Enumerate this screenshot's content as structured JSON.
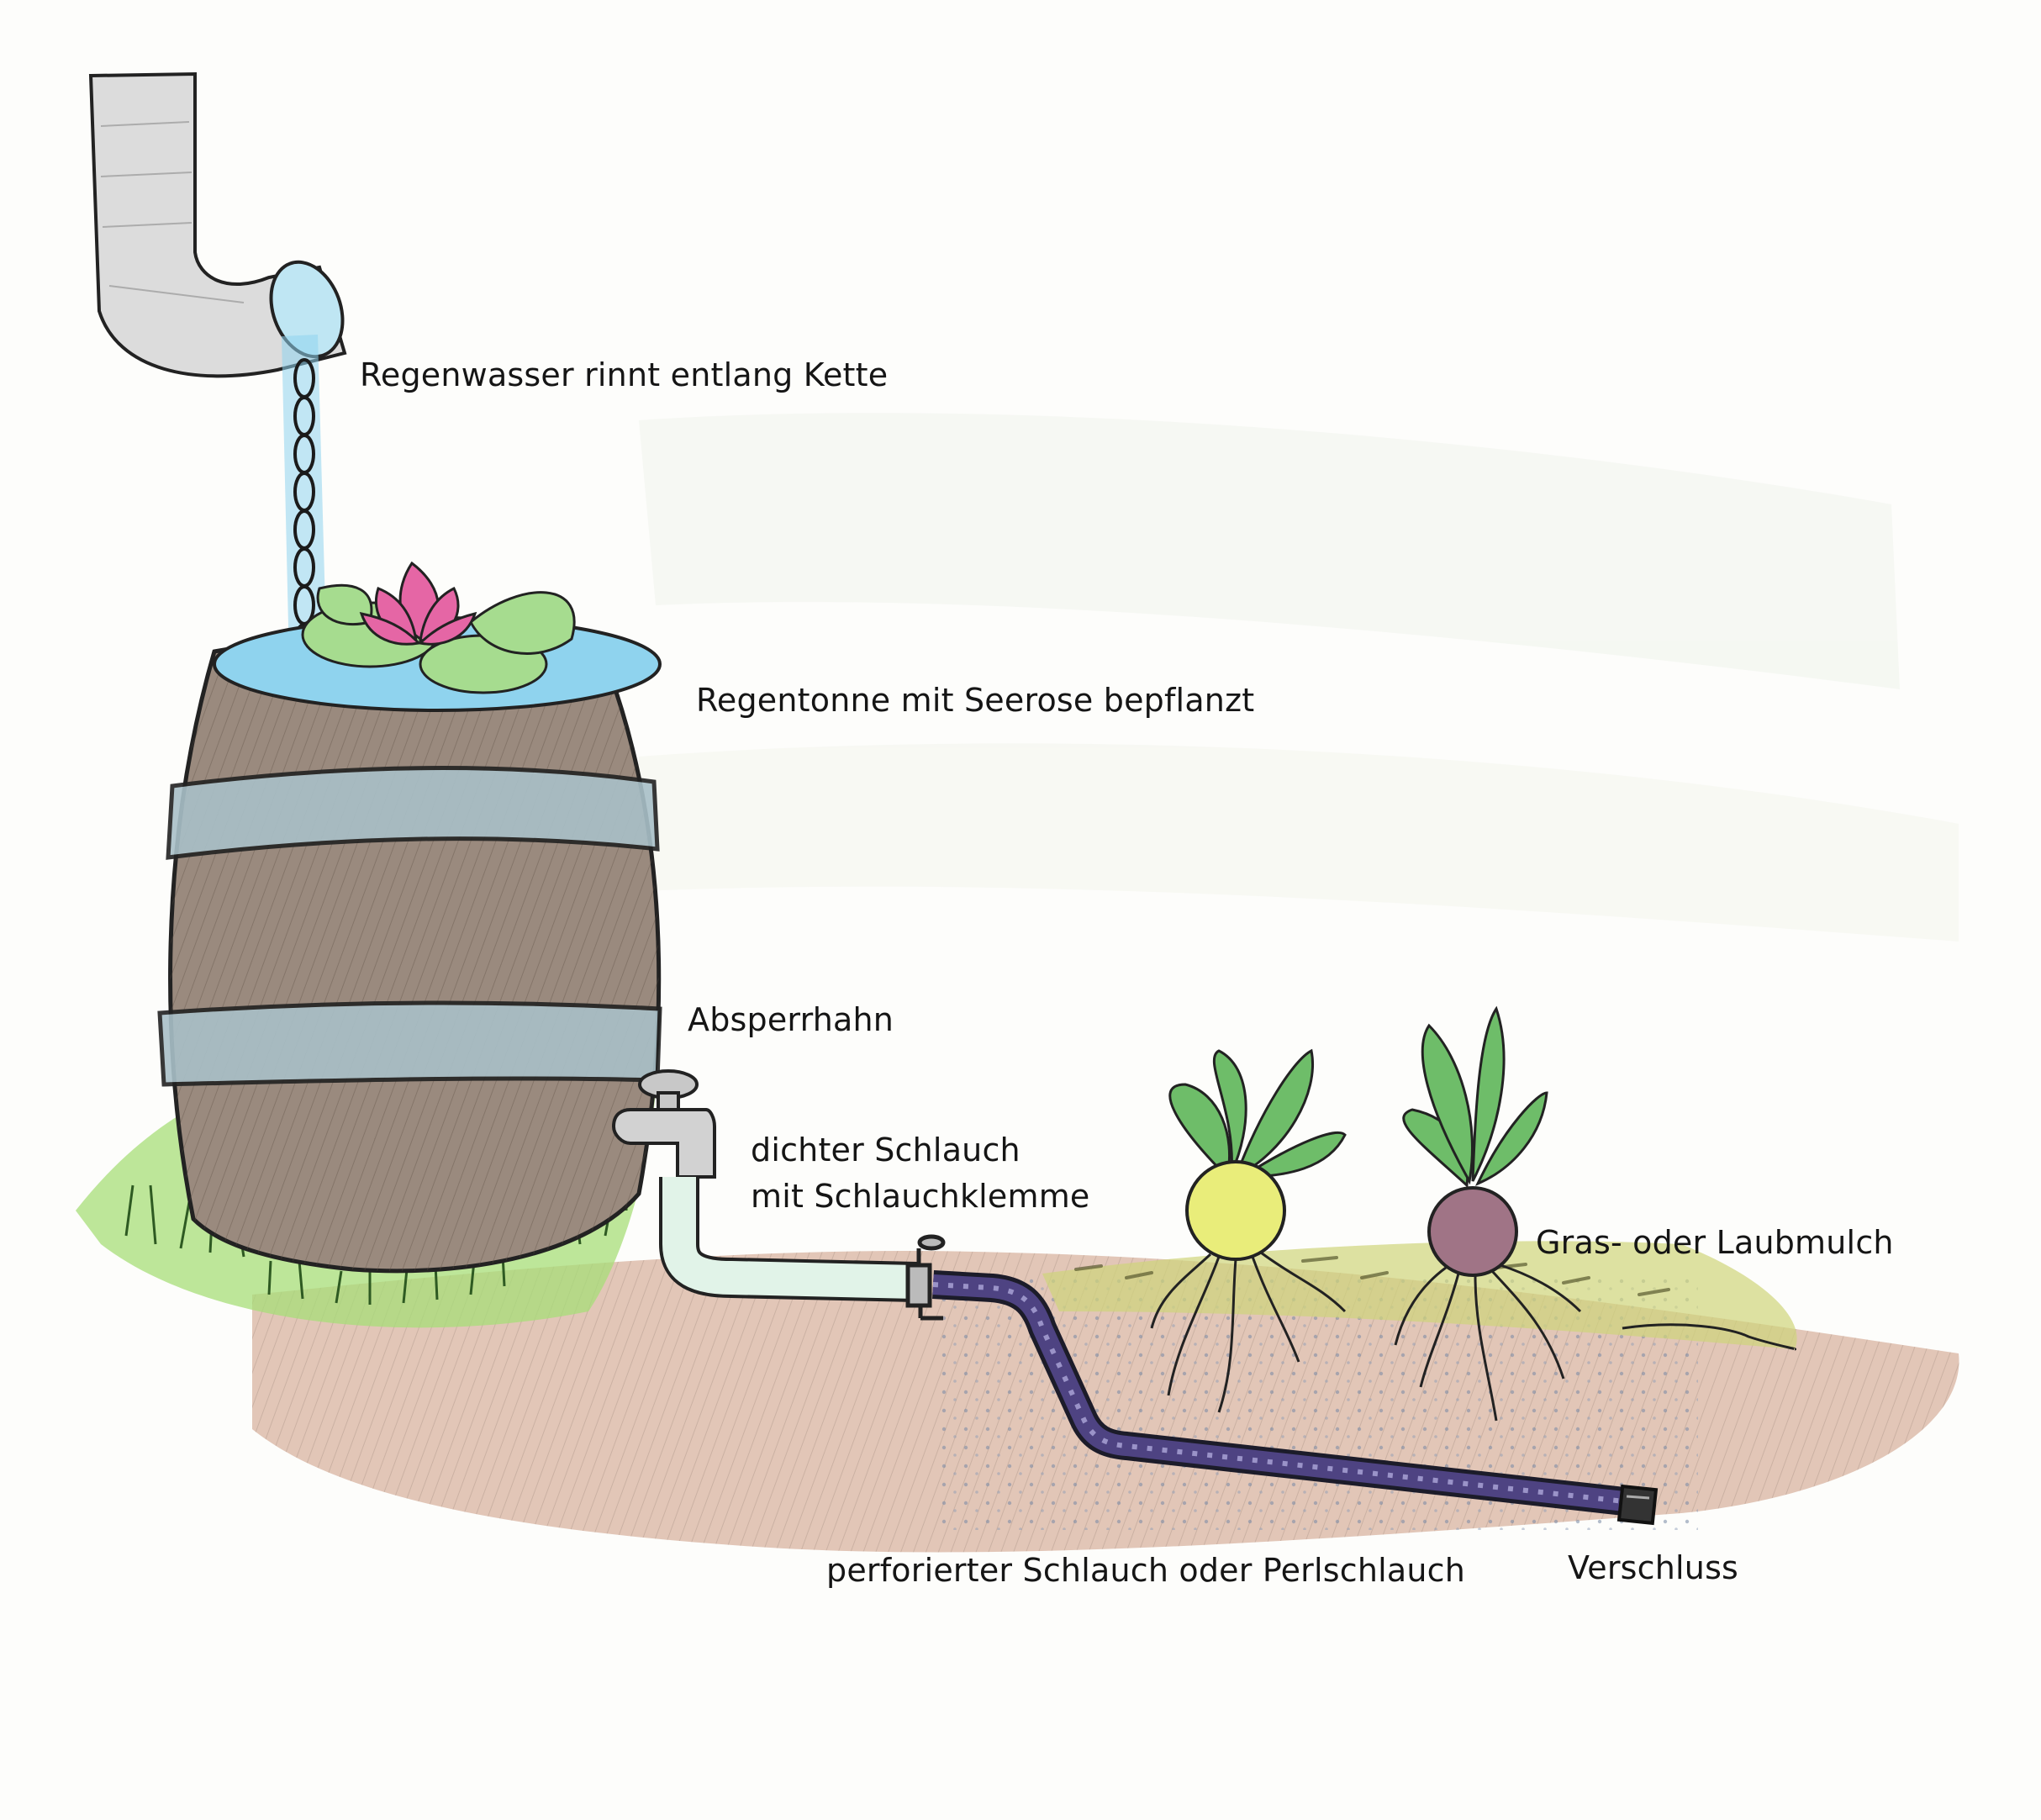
{
  "diagram": {
    "labels": {
      "chain": "Regenwasser rinnt entlang Kette",
      "barrel": "Regentonne mit Seerose bepflanzt",
      "tap": "Absperrhahn",
      "hose_line1": "dichter Schlauch",
      "hose_line2": "mit Schlauchklemme",
      "mulch": "Gras- oder Laubmulch",
      "perforated": "perforierter Schlauch oder Perlschlauch",
      "cap": "Verschluss"
    },
    "colors": {
      "pipe": "#dcdcdc",
      "water": "#8fd3ee",
      "barrel_wood": "#8f7d70",
      "barrel_band": "#9fb6bf",
      "grass": "#7ccb5a",
      "soil": "#c99d86",
      "mulch": "#b9c25a",
      "hose_clear": "#dff2e6",
      "hose_perforated": "#4a3f7a",
      "lily_flower": "#e0579a",
      "lily_leaf": "#9ed88a",
      "beet_yellow": "#e8ec78",
      "beet_purple": "#9c6b7e",
      "plant_leaf": "#66b865"
    },
    "icons": [
      "downpipe-icon",
      "rain-chain-icon",
      "water-lily-icon",
      "barrel-icon",
      "tap-icon",
      "hose-clamp-icon",
      "plant-icon",
      "end-cap-icon"
    ]
  }
}
